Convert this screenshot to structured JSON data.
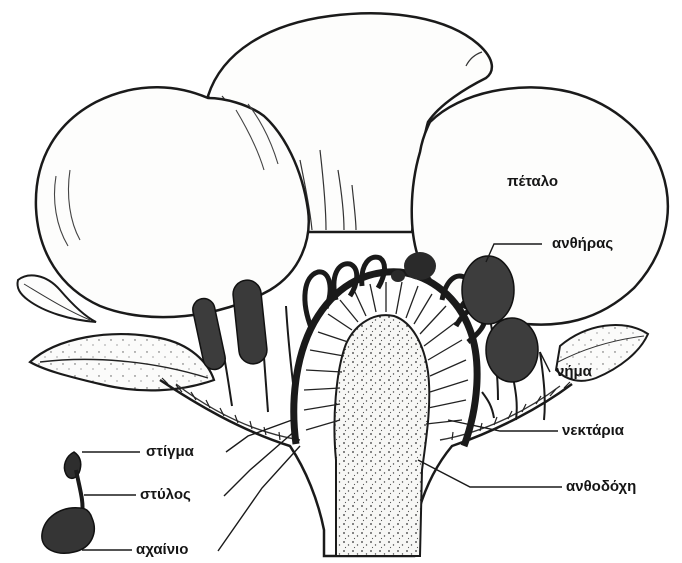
{
  "diagram": {
    "labels": {
      "petal": "πέταλο",
      "anther": "ανθήρας",
      "filament": "νήμα",
      "nectaries": "νεκτάρια",
      "receptacle": "ανθοδόχη",
      "stigma": "στίγμα",
      "style": "στύλος",
      "ovary": "αχαίνιο"
    }
  }
}
